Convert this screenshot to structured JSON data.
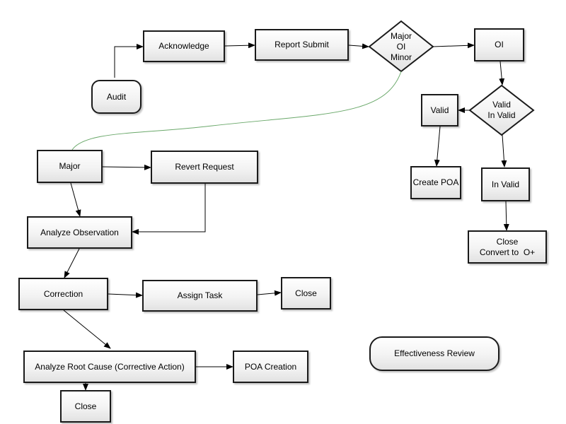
{
  "nodes": {
    "audit": "Audit",
    "acknowledge": "Acknowledge",
    "report_submit": "Report Submit",
    "decision_major_oi_minor": [
      "Major",
      "OI",
      "Minor"
    ],
    "oi": "OI",
    "decision_valid_invalid": [
      "Valid",
      "In Valid"
    ],
    "valid": "Valid",
    "create_poa": "Create POA",
    "in_valid": "In Valid",
    "close_convert": [
      "Close",
      "Convert to  O+"
    ],
    "major": "Major",
    "revert_request": "Revert Request",
    "analyze_observation": "Analyze Observation",
    "correction": "Correction",
    "assign_task": "Assign Task",
    "close_1": "Close",
    "analyze_root_cause": "Analyze Root Cause (Corrective Action)",
    "poa_creation": "POA Creation",
    "close_2": "Close",
    "effectiveness_review": "Effectiveness Review"
  },
  "colors": {
    "border": "#1a1a1a",
    "connector": "#000000",
    "curved_connector": "#6aa86a"
  }
}
